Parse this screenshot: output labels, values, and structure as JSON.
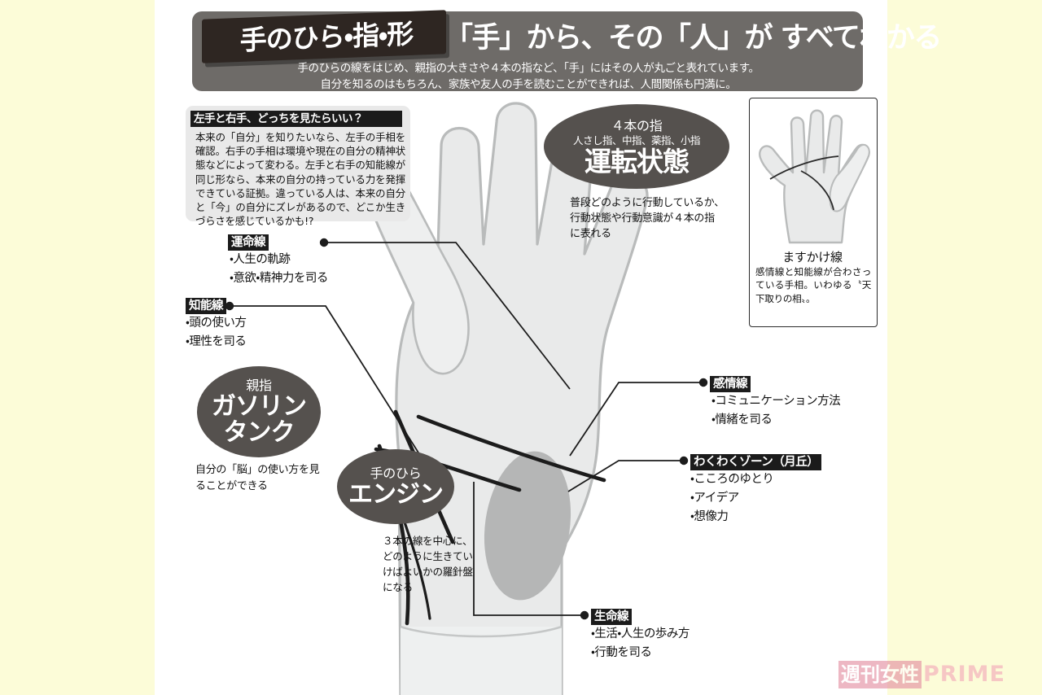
{
  "page": {
    "background_color": "#fcfcd8",
    "sheet_color": "#ffffff"
  },
  "header": {
    "tag_title": "手のひら・指・形",
    "main_title": "「手」から、その「人」が すべてわかる",
    "sub_line1": "手のひらの線をはじめ、親指の大きさや４本の指など、「手」にはその人が丸ごと表れています。",
    "sub_line2": "自分を知るのはもちろん、家族や友人の手を読むことができれば、人間関係も円満に。",
    "band_color": "#6e6b68",
    "tag_color": "#2e2622"
  },
  "info_card": {
    "title": "左手と右手、どっちを見たらいい？",
    "body": "本来の「自分」を知りたいなら、左手の手相を確認。右手の手相は環境や現在の自分の精神状態などによって変わる。左手と右手の知能線が同じ形なら、本来の自分の持っている力を発揮できている証拠。違っている人は、本来の自分と「今」の自分にズレがあるので、どこか生きづらさを感じているかも!?"
  },
  "side_box": {
    "title": "ますかけ線",
    "body": "感情線と知能線が合わさっている手相。いわゆる〝天下取りの相〟。"
  },
  "bubbles": [
    {
      "id": "fingers",
      "small": "４本の指",
      "tiny": "人さし指、中指、薬指、小指",
      "big": "運転状態",
      "caption": "普段どのように行動しているか、行動状態や行動意識が４本の指に表れる"
    },
    {
      "id": "thumb",
      "small": "親指",
      "big_line1": "ガソリン",
      "big_line2": "タンク",
      "caption": "自分の「脳」の使い方を見ることができる"
    },
    {
      "id": "palm",
      "small": "手のひら",
      "big": "エンジン",
      "caption": "３本の線を中心に、どのように生きていけばよいかの羅針盤になる"
    }
  ],
  "callouts": [
    {
      "id": "unmei",
      "tag": "運命線",
      "items": [
        "・人生の軌跡",
        "・意欲・精神力を司る"
      ]
    },
    {
      "id": "chinou",
      "tag": "知能線",
      "items": [
        "・頭の使い方",
        "・理性を司る"
      ]
    },
    {
      "id": "kanjou",
      "tag": "感情線",
      "items": [
        "・コミュニケーション方法",
        "・情緒を司る"
      ]
    },
    {
      "id": "waku",
      "tag": "わくわくゾーン（月丘）",
      "items": [
        "・こころのゆとり",
        "・アイデア",
        "・想像力"
      ]
    },
    {
      "id": "seimei",
      "tag": "生命線",
      "items": [
        "・生活・人生の歩み方",
        "・行動を司る"
      ]
    }
  ],
  "watermark": {
    "box_text": "週刊女性",
    "prime_text": "PRIME",
    "box_color": "#e38ca0",
    "prime_color": "#f3a7b8"
  }
}
